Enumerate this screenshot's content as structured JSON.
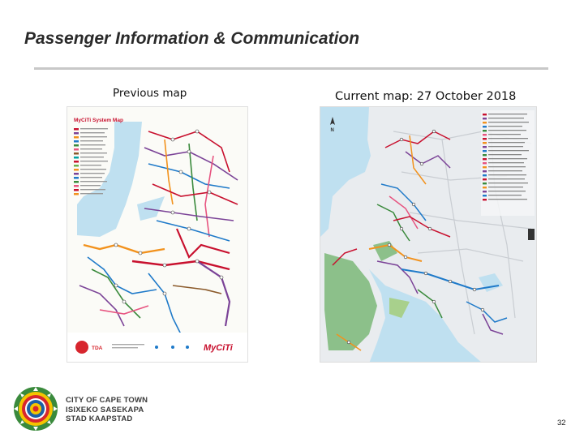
{
  "slide": {
    "title": "Passenger Information & Communication",
    "page_number": "32"
  },
  "previous_map": {
    "caption": "Previous map",
    "heading": "MyCiTi System Map",
    "footer_left": "TDA",
    "footer_brand": "MyCiTi"
  },
  "current_map": {
    "caption": "Current map: 27 October 2018"
  },
  "logo": {
    "lines": [
      "CITY OF CAPE TOWN",
      "ISIXEKO SASEKAPA",
      "STAD KAAPSTAD"
    ]
  },
  "colors": {
    "title_text": "#2a2a2a",
    "rule": "#c8c8c8",
    "sea": "#bfe0f0",
    "route_red": "#c8102e",
    "route_purple": "#7b4397",
    "route_orange": "#f2921d",
    "route_blue": "#1f7ac9",
    "park_green": "#8cc08a",
    "logo_green": "#3a8a3c",
    "logo_red": "#d7262e",
    "logo_yellow": "#f5c400",
    "logo_blue": "#1d5fa8"
  }
}
